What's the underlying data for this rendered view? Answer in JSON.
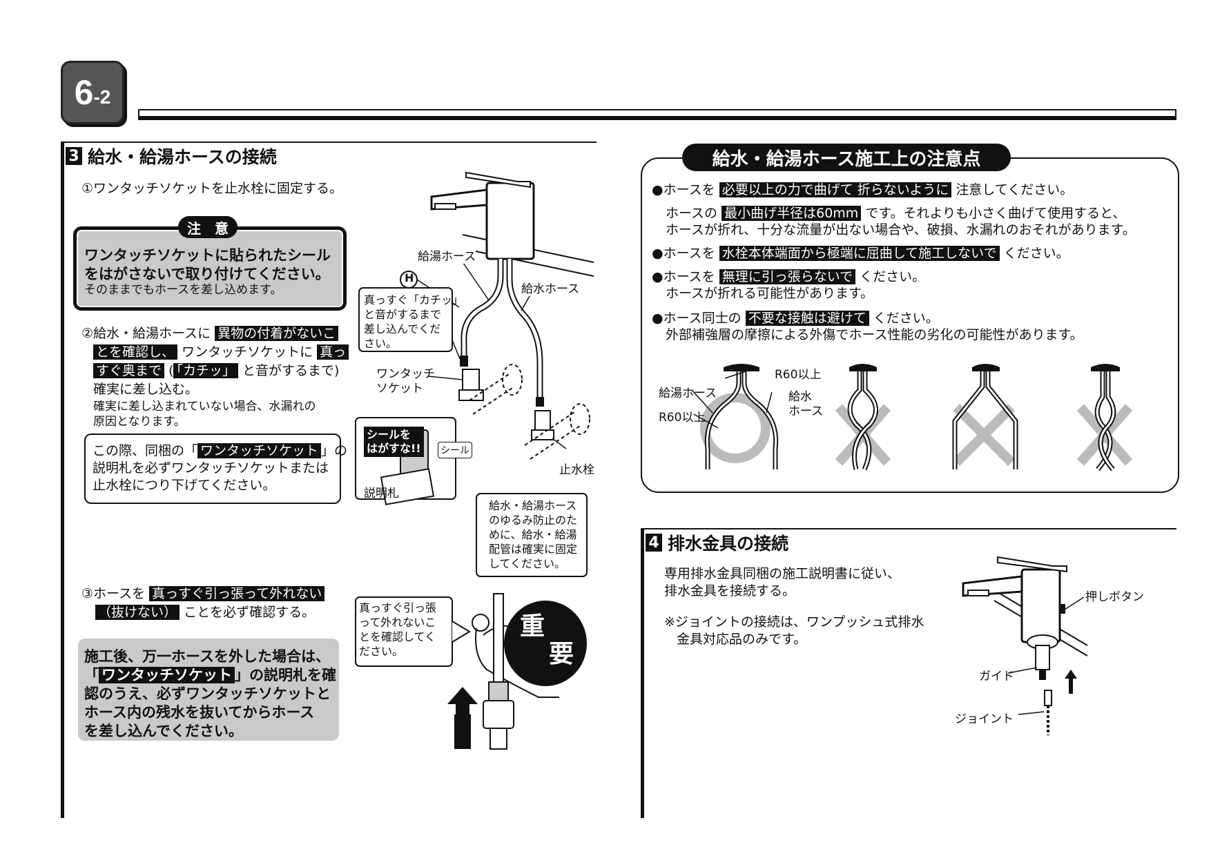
{
  "page": {
    "badge_main": "6",
    "badge_sub": "-2"
  },
  "section3": {
    "num": "3",
    "title": "給水・給湯ホースの接続",
    "step1": "①ワンタッチソケットを止水栓に固定する。",
    "caution_title": "注　意",
    "caution_line1": "ワンタッチソケットに貼られたシール",
    "caution_line2": "をはがさないで取り付けてください。",
    "caution_line3": "そのままでもホースを差し込めます。",
    "step2_a": "②給水・給湯ホースに",
    "step2_hl1": "異物の付着がないこ",
    "step2_hl2": "とを確認し、",
    "step2_b": "ワンタッチソケットに",
    "step2_hl3": "真っ",
    "step2_hl4": "すぐ奥まで",
    "step2_c": "(",
    "step2_hl5": "「カチッ」",
    "step2_d": "と音がするまで)",
    "step2_e": "確実に差し込む。",
    "step2_note1": "確実に差し込まれていない場合、水漏れの",
    "step2_note2": "原因となります。",
    "tag_box_a": "この際、同梱の「",
    "tag_box_hl": "ワンタッチソケット",
    "tag_box_b": "」の",
    "tag_box_line2": "説明札を必ずワンタッチソケットまたは",
    "tag_box_line3": "止水栓につり下げてください。",
    "step3_a": "③ホースを",
    "step3_hl1": "真っすぐ引っ張って外れない",
    "step3_hl2": "（抜けない）",
    "step3_b": "ことを必ず確認する。",
    "after_line1": "施工後、万一ホースを外した場合は、",
    "after_line2_a": "「",
    "after_line2_hl": "ワンタッチソケット",
    "after_line2_b": "」の説明札を確",
    "after_line3": "認のうえ、必ずワンタッチソケットと",
    "after_line4": "ホース内の残水を抜いてからホース",
    "after_line5": "を差し込んでください。",
    "fig_hot_hose": "給湯ホース",
    "fig_h": "H",
    "fig_cold_hose": "給水ホース",
    "fig_push_line1": "真っすぐ「カチッ」",
    "fig_push_line2": "と音がするまで",
    "fig_push_line3": "差し込んでくだ",
    "fig_push_line4": "さい。",
    "fig_socket_line1": "ワンタッチ",
    "fig_socket_line2": "ソケット",
    "fig_seal_line1": "シールを",
    "fig_seal_line2": "はがすな!!",
    "fig_seal": "シール",
    "fig_tag": "説明札",
    "fig_stopcock": "止水栓",
    "fig_fix_line1": "給水・給湯ホース",
    "fig_fix_line2": "のゆるみ防止のた",
    "fig_fix_line3": "めに、給水・給湯",
    "fig_fix_line4": "配管は確実に固定",
    "fig_fix_line5": "してください。",
    "fig_pull_line1": "真っすぐ引っ張",
    "fig_pull_line2": "って外れないこ",
    "fig_pull_line3": "とを確認してく",
    "fig_pull_line4": "ださい。",
    "fig_important_1": "重",
    "fig_important_2": "要"
  },
  "notes": {
    "title": "給水・給湯ホース施工上の注意点",
    "n1_a": "●ホースを",
    "n1_hl": "必要以上の力で曲げて 折らないように",
    "n1_b": "注意してください。",
    "n2_a": "ホースの",
    "n2_hl": "最小曲げ半径は60mm",
    "n2_b": "です。それよりも小さく曲げて使用すると、",
    "n2_line2": "ホースが折れ、十分な流量が出ない場合や、破損、水漏れのおそれがあります。",
    "n3_a": "●ホースを",
    "n3_hl": "水栓本体端面から極端に屈曲して施工しないで",
    "n3_b": "ください。",
    "n4_a": "●ホースを",
    "n4_hl": "無理に引っ張らないで",
    "n4_b": "ください。",
    "n4_line2": "ホースが折れる可能性があります。",
    "n5_a": "●ホース同士の",
    "n5_hl": "不要な接触は避けて",
    "n5_b": "ください。",
    "n5_line2": "外部補強層の摩擦による外傷でホース性能の劣化の可能性があります。",
    "fig_hot": "給湯ホース",
    "fig_r60_a": "R60以上",
    "fig_r60_b": "R60以上",
    "fig_cold_line1": "給水",
    "fig_cold_line2": "ホース"
  },
  "section4": {
    "num": "4",
    "title": "排水金具の接続",
    "line1": "専用排水金具同梱の施工説明書に従い、",
    "line2": "排水金具を接続する。",
    "note1": "※ジョイントの接続は、ワンプッシュ式排水",
    "note2": "金具対応品のみです。",
    "fig_push_button": "押しボタン",
    "fig_guide": "ガイド",
    "fig_joint": "ジョイント"
  }
}
